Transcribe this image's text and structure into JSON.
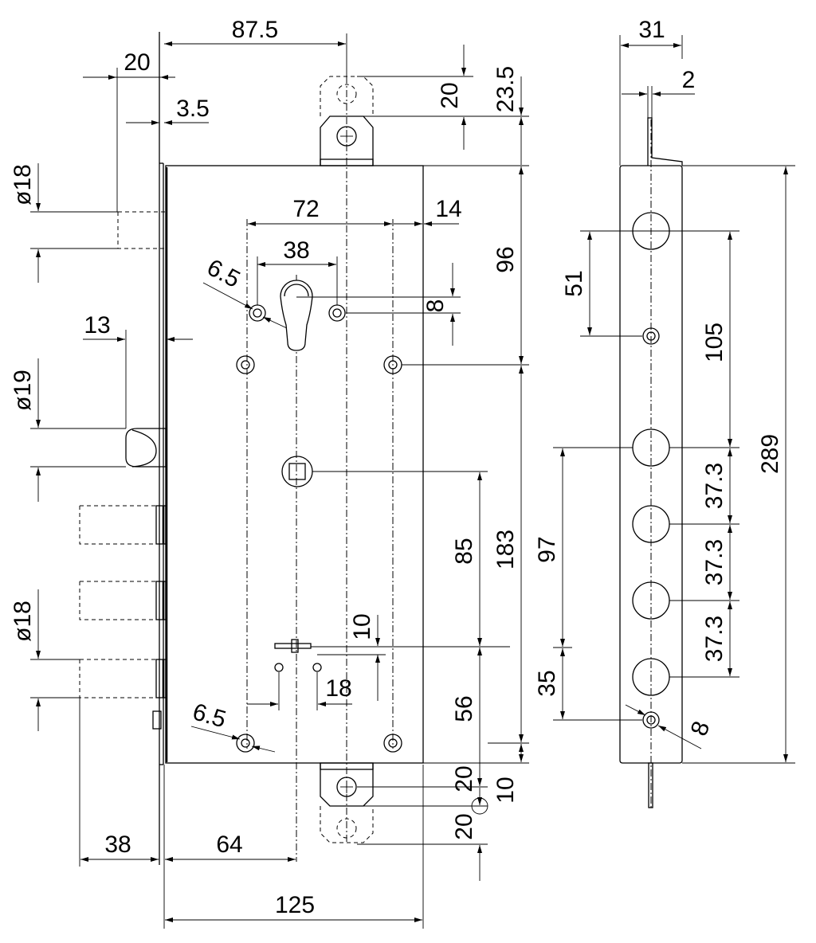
{
  "front_view": {
    "dims": {
      "d_87_5": "87.5",
      "d_20_top": "20",
      "d_3_5": "3.5",
      "d_dia18_a": "ø18",
      "d_13": "13",
      "d_dia19": "ø19",
      "d_dia18_b": "ø18",
      "d_38_bottom": "38",
      "d_64": "64",
      "d_125": "125",
      "d_72": "72",
      "d_14": "14",
      "d_38_cyl": "38",
      "d_6_5_top": "6.5",
      "d_8": "8",
      "d_20_strike_top": "20",
      "d_23_5": "23.5",
      "d_96": "96",
      "d_183": "183",
      "d_85": "85",
      "d_10_mid": "10",
      "d_18": "18",
      "d_6_5_bottom": "6.5",
      "d_56": "56",
      "d_20_strike_bot_a": "20",
      "d_10_bot": "10",
      "d_20_strike_bot_b": "20"
    }
  },
  "side_view": {
    "dims": {
      "d_31": "31",
      "d_2": "2",
      "d_51": "51",
      "d_105": "105",
      "d_289": "289",
      "d_37_3_a": "37.3",
      "d_37_3_b": "37.3",
      "d_37_3_c": "37.3",
      "d_97": "97",
      "d_35": "35",
      "d_8": "8"
    }
  }
}
